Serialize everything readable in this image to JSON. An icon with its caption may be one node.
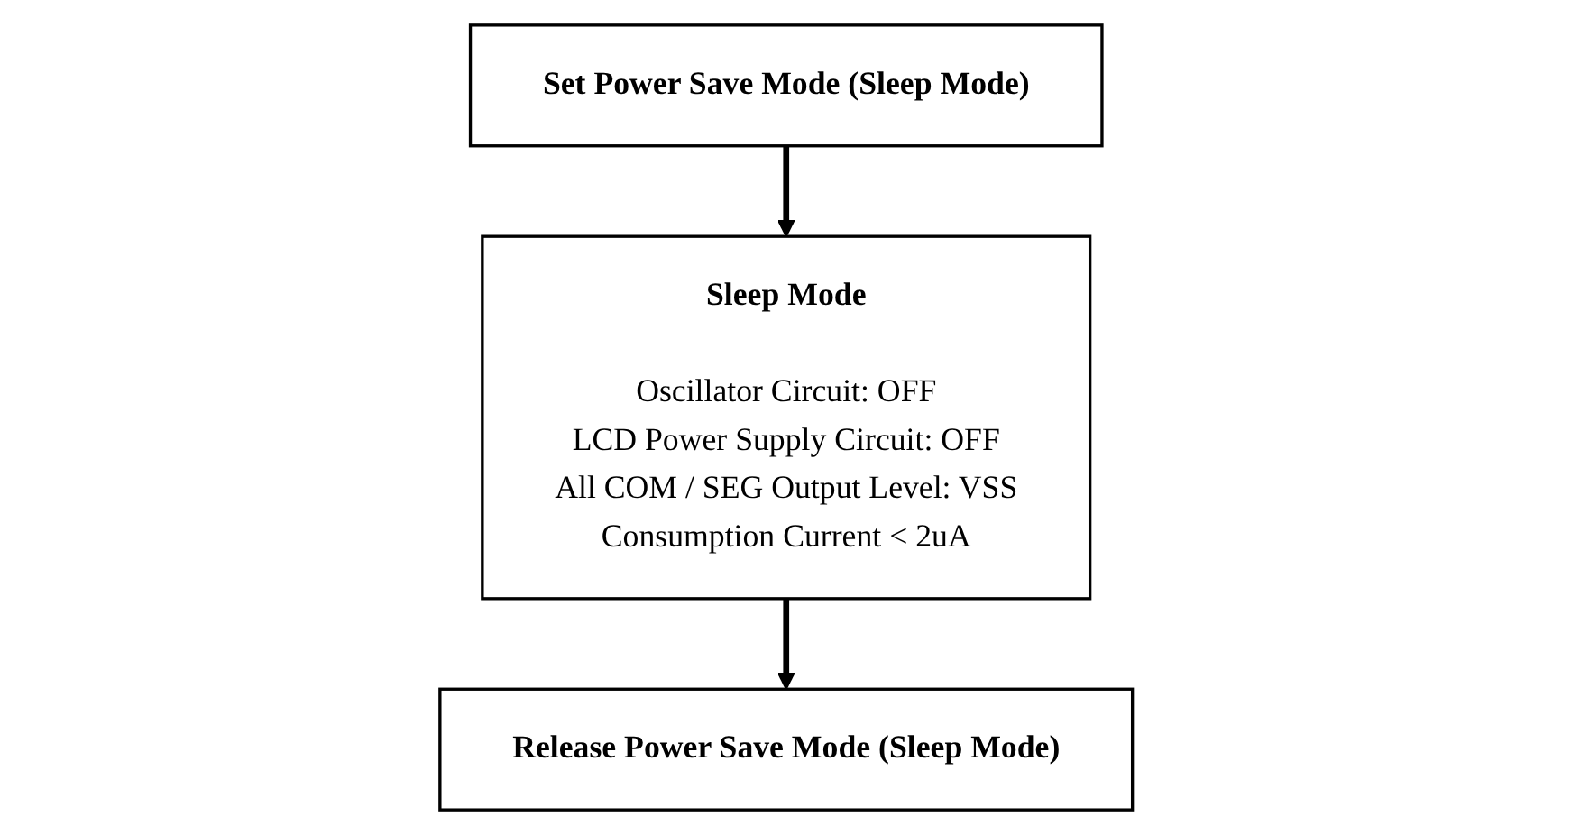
{
  "diagram": {
    "nodes": [
      {
        "text": [
          "Set Power Save Mode (Sleep Mode)"
        ]
      },
      {
        "text": [
          "Sleep Mode",
          "Oscillator Circuit: OFF",
          "LCD Power Supply Circuit: OFF",
          "All COM / SEG Output Level: VSS",
          "Consumption Current < 2uA"
        ]
      },
      {
        "text": [
          "Release Power Save Mode (Sleep Mode)"
        ]
      }
    ],
    "edges": [
      {
        "from": 0,
        "to": 1,
        "arrow": "to"
      },
      {
        "from": 1,
        "to": 2,
        "arrow": "to"
      }
    ]
  }
}
